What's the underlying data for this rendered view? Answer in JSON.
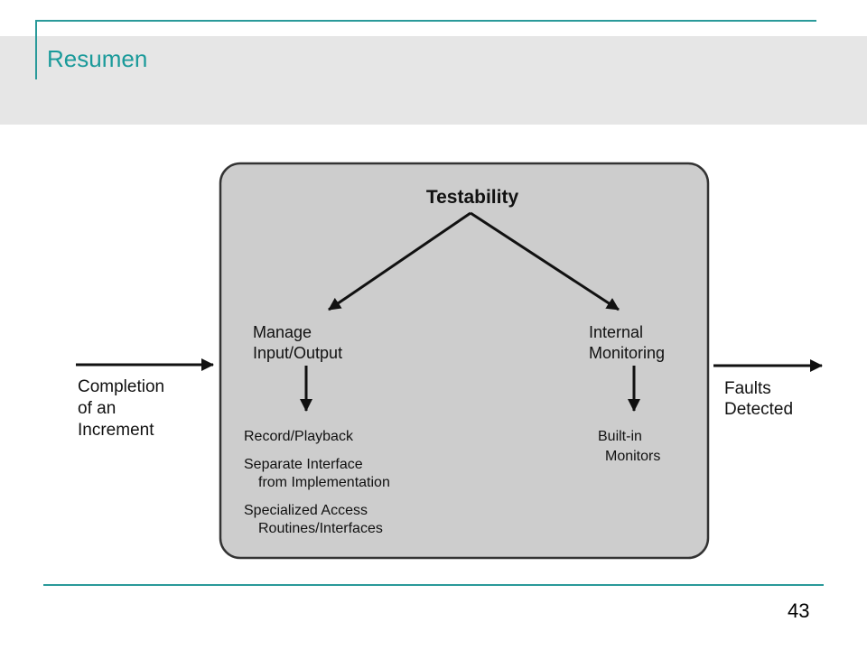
{
  "slide": {
    "title": "Resumen",
    "page_number": "43"
  },
  "diagram": {
    "center_title": "Testability",
    "left_branch": {
      "title_lines": [
        "Manage",
        "Input/Output"
      ],
      "items": [
        [
          "Record/Playback"
        ],
        [
          "Separate Interface",
          "from Implementation"
        ],
        [
          "Specialized Access",
          "Routines/Interfaces"
        ]
      ]
    },
    "right_branch": {
      "title_lines": [
        "Internal",
        "Monitoring"
      ],
      "items": [
        [
          "Built-in",
          "Monitors"
        ]
      ]
    },
    "input_label_lines": [
      "Completion",
      "of an",
      "Increment"
    ],
    "output_label_lines": [
      "Faults",
      "Detected"
    ]
  }
}
